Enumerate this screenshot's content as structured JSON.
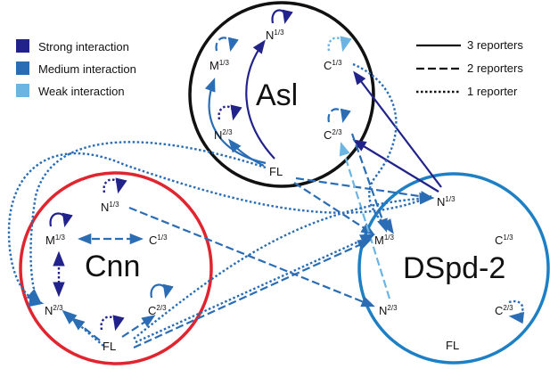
{
  "colors": {
    "strong": "#22238a",
    "medium": "#2a6db4",
    "weak": "#6cb4e2",
    "asl_ring": "#111111",
    "cnn_ring": "#e0252f",
    "dspd_ring": "#1d7fc4"
  },
  "legend": {
    "interactions": [
      {
        "label": "Strong interaction",
        "level": "strong"
      },
      {
        "label": "Medium interaction",
        "level": "medium"
      },
      {
        "label": "Weak interaction",
        "level": "weak"
      }
    ],
    "reporters": [
      {
        "label": "3 reporters",
        "style": "solid"
      },
      {
        "label": "2 reporters",
        "style": "dashed"
      },
      {
        "label": "1 reporter",
        "style": "dotted"
      }
    ]
  },
  "proteins": {
    "asl": {
      "name": "Asl",
      "fragments": {
        "n13": {
          "base": "N",
          "sup": "1/3"
        },
        "m13": {
          "base": "M",
          "sup": "1/3"
        },
        "c13": {
          "base": "C",
          "sup": "1/3"
        },
        "n23": {
          "base": "N",
          "sup": "2/3"
        },
        "c23": {
          "base": "C",
          "sup": "2/3"
        },
        "fl": {
          "base": "FL",
          "sup": ""
        }
      }
    },
    "cnn": {
      "name": "Cnn",
      "fragments": {
        "n13": {
          "base": "N",
          "sup": "1/3"
        },
        "m13": {
          "base": "M",
          "sup": "1/3"
        },
        "c13": {
          "base": "C",
          "sup": "1/3"
        },
        "n23": {
          "base": "N",
          "sup": "2/3"
        },
        "c23": {
          "base": "C",
          "sup": "2/3"
        },
        "fl": {
          "base": "FL",
          "sup": ""
        }
      }
    },
    "dspd2": {
      "name": "DSpd-2",
      "fragments": {
        "n13": {
          "base": "N",
          "sup": "1/3"
        },
        "m13": {
          "base": "M",
          "sup": "1/3"
        },
        "c13": {
          "base": "C",
          "sup": "1/3"
        },
        "n23": {
          "base": "N",
          "sup": "2/3"
        },
        "c23": {
          "base": "C",
          "sup": "2/3"
        },
        "fl": {
          "base": "FL",
          "sup": ""
        }
      }
    }
  }
}
